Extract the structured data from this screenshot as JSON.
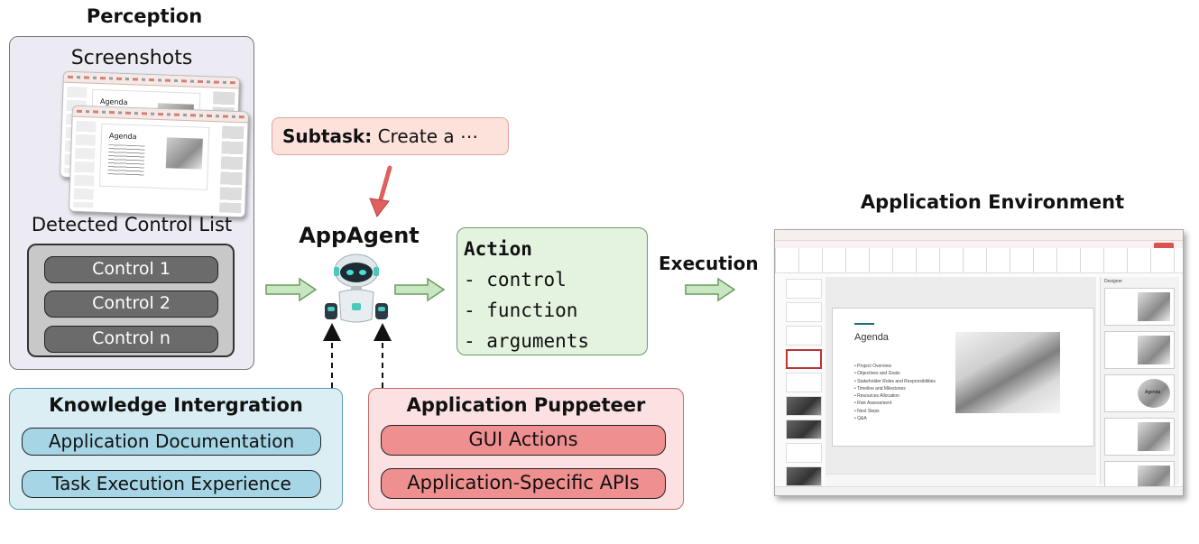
{
  "perception": {
    "title": "Perception",
    "screenshots_label": "Screenshots",
    "detected_label": "Detected Control List",
    "controls": [
      "Control 1",
      "Control 2",
      "Control n"
    ],
    "screenshot_slide_title": "Agenda"
  },
  "subtask": {
    "bold": "Subtask:",
    "text": " Create a ⋯"
  },
  "agent": {
    "label": "AppAgent"
  },
  "action": {
    "title": "Action",
    "items": [
      "- control",
      "- function",
      "- arguments"
    ]
  },
  "execution_label": "Execution",
  "knowledge": {
    "title": "Knowledge Intergration",
    "items": [
      "Application Documentation",
      "Task Execution Experience"
    ]
  },
  "puppeteer": {
    "title": "Application Puppeteer",
    "items": [
      "GUI Actions",
      "Application-Specific APIs"
    ]
  },
  "environment": {
    "title": "Application Environment",
    "slide_title": "Agenda",
    "bullets": [
      "Project Overview",
      "Objectives and Goals",
      "Stakeholder Roles and Responsibilities",
      "Timeline and Milestones",
      "Resources Allocation",
      "Risk Assessment",
      "Next Steps",
      "Q&A"
    ],
    "designer_label": "Designer",
    "designer_card_title": "Agenda"
  },
  "colors": {
    "perception_bg": "#ecebf3",
    "subtask_bg": "#fde2dc",
    "action_bg": "#e3f3df",
    "knowledge_bg": "#dbeef3",
    "puppeteer_bg": "#fbe1e1",
    "arrow_green": "#8cc784",
    "arrow_red": "#e06060"
  }
}
